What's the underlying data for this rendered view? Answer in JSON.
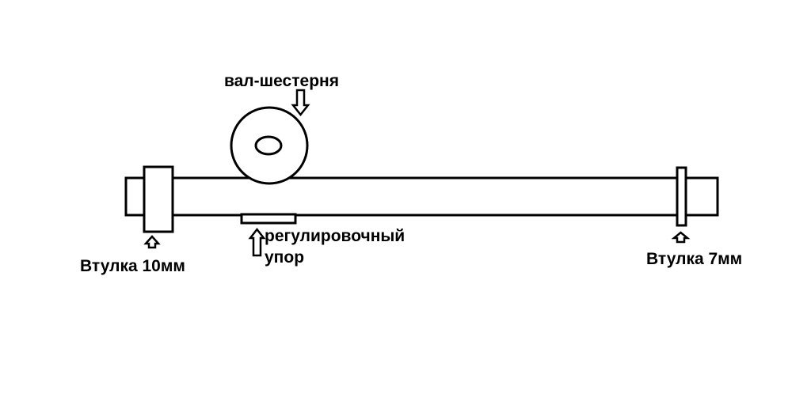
{
  "labels": {
    "gear_shaft": "вал-шестерня",
    "adjust_stop_line1": "регулировочный",
    "adjust_stop_line2": "упор",
    "bushing_10mm": "Втулка 10мм",
    "bushing_7mm": "Втулка 7мм"
  },
  "colors": {
    "stroke": "#000000",
    "background": "#ffffff"
  }
}
